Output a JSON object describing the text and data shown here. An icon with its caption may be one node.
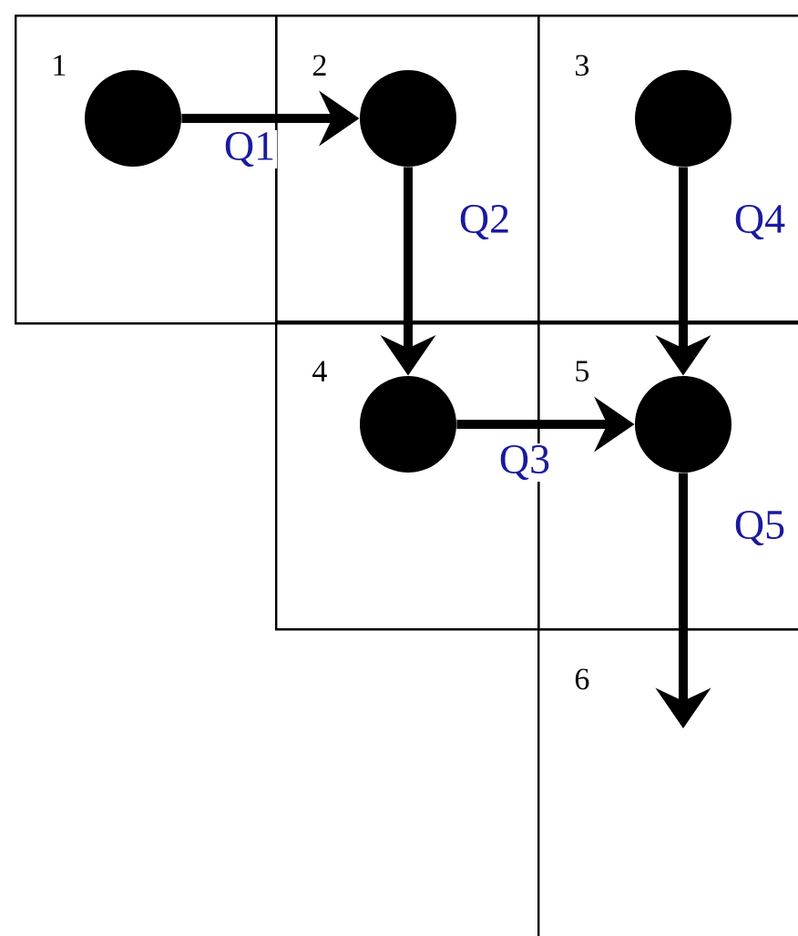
{
  "diagram": {
    "nodes": [
      {
        "text": [
          "1"
        ]
      },
      {
        "text": [],
        "shape": "circle",
        "in": 0
      },
      {
        "text": [
          "2"
        ]
      },
      {
        "text": [],
        "shape": "circle",
        "in": 2
      },
      {
        "text": [
          "3"
        ]
      },
      {
        "text": [],
        "shape": "circle",
        "in": 4
      },
      {
        "text": [
          "4"
        ]
      },
      {
        "text": [],
        "shape": "circle",
        "in": 6
      },
      {
        "text": [
          "5"
        ]
      },
      {
        "text": [],
        "shape": "circle",
        "in": 8
      },
      {
        "text": [
          "6"
        ]
      }
    ],
    "edges": [
      {
        "from": 1,
        "to": 3,
        "arrow": "to",
        "label": "Q1"
      },
      {
        "from": 3,
        "to": 7,
        "arrow": "to",
        "label": "Q2"
      },
      {
        "from": 7,
        "to": 9,
        "arrow": "to",
        "label": "Q3"
      },
      {
        "from": 5,
        "to": 9,
        "arrow": "to",
        "label": "Q4"
      },
      {
        "from": 9,
        "to": 10,
        "arrow": "to",
        "label": "Q5"
      }
    ]
  }
}
